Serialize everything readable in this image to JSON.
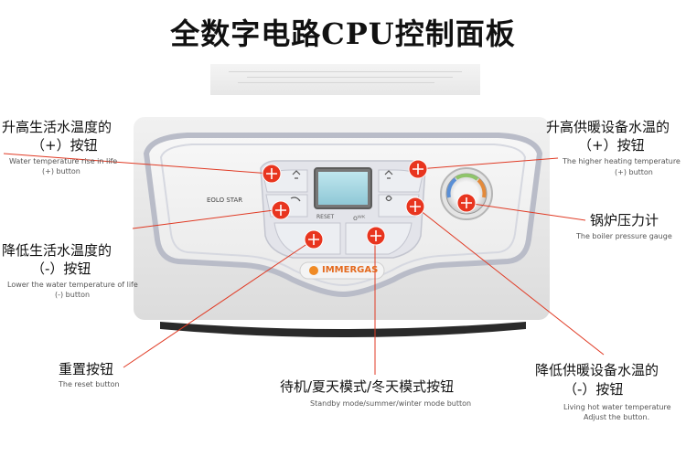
{
  "title": "全数字电路CPU控制面板",
  "panel": {
    "model_label": "EOLO STAR",
    "reset_label": "RESET",
    "brand": "IMMERGAS"
  },
  "callouts": {
    "dhw_up": {
      "cn1": "升高生活水温度的",
      "cn2": "（+）按钮",
      "en1": "Water temperature rise in life",
      "en2": "(+) button"
    },
    "dhw_down": {
      "cn1": "降低生活水温度的",
      "cn2": "（-）按钮",
      "en1": "Lower the water temperature of life",
      "en2": "(-) button"
    },
    "reset": {
      "cn": "重置按钮",
      "en": "The reset button"
    },
    "mode": {
      "cn": "待机/夏天模式/冬天模式按钮",
      "en": "Standby mode/summer/winter mode button"
    },
    "heat_up": {
      "cn1": "升高供暖设备水温的",
      "cn2": "（+）按钮",
      "en1": "The higher heating temperature",
      "en2": "(+) button"
    },
    "gauge": {
      "cn": "锅炉压力计",
      "en": "The boiler pressure gauge"
    },
    "heat_down": {
      "cn1": "降低供暖设备水温的",
      "cn2": "（-）按钮",
      "en1": "Living hot water temperature",
      "en2": "Adjust the button."
    }
  },
  "colors": {
    "marker": "#e8351f",
    "leader": "#e03a24"
  }
}
